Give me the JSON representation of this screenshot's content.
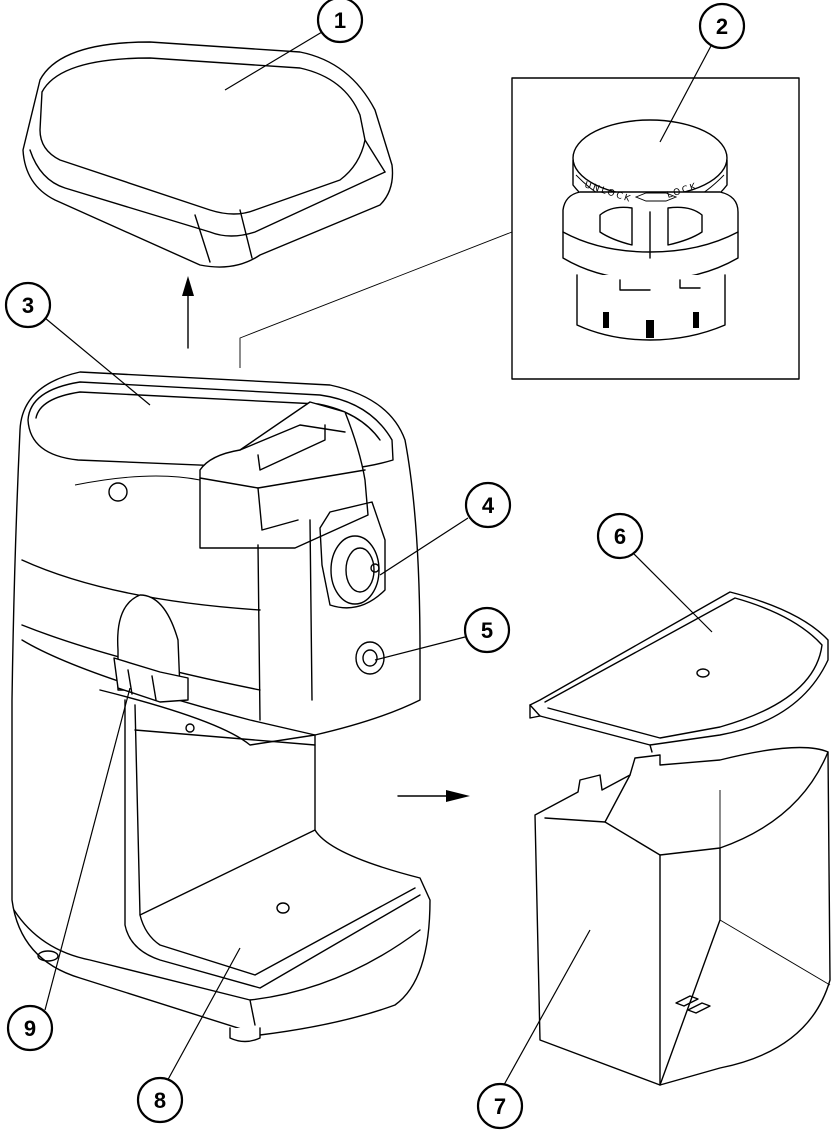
{
  "callouts": [
    {
      "label": "1"
    },
    {
      "label": "2"
    },
    {
      "label": "3"
    },
    {
      "label": "4"
    },
    {
      "label": "5"
    },
    {
      "label": "6"
    },
    {
      "label": "7"
    },
    {
      "label": "8"
    },
    {
      "label": "9"
    }
  ],
  "knob": {
    "unlock_text": "UNLOCK",
    "lock_text": "LOCK"
  }
}
